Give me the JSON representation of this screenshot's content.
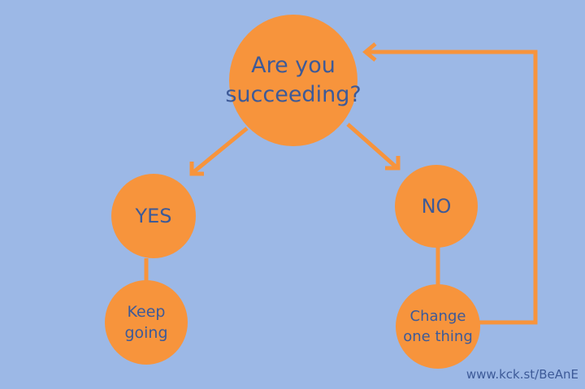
{
  "nodes": {
    "question": "Are you\nsucceeding?",
    "yes": "YES",
    "no": "NO",
    "keep_going": "Keep\ngoing",
    "change": "Change\none thing"
  },
  "footer": {
    "url": "www.kck.st/BeAnE"
  },
  "colors": {
    "background": "#9cb8e6",
    "node_fill": "#f7943c",
    "node_text": "#3d5a98",
    "connector": "#f7943c"
  }
}
